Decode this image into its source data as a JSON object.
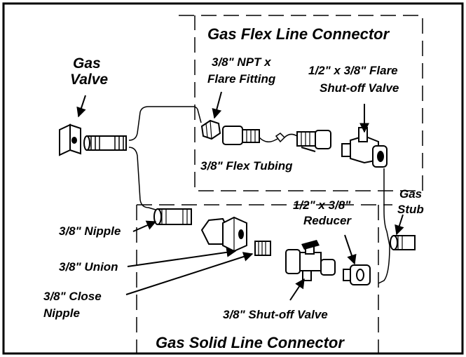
{
  "title_flex": "Gas Flex Line Connector",
  "title_solid": "Gas Solid Line Connector",
  "labels": {
    "gas_valve_line1": "Gas",
    "gas_valve_line2": "Valve",
    "npt_fitting_line1": "3/8\" NPT  x",
    "npt_fitting_line2": "Flare Fitting",
    "flare_valve_line1": "1/2\" x 3/8\" Flare",
    "flare_valve_line2": "Shut-off Valve",
    "flex_tubing": "3/8\" Flex Tubing",
    "gas_stub_line1": "Gas",
    "gas_stub_line2": "Stub",
    "nipple": "3/8\" Nipple",
    "reducer_line1": "1/2\" x 3/8\"",
    "reducer_line2": "Reducer",
    "union": "3/8\" Union",
    "close_nipple_line1": "3/8\" Close",
    "close_nipple_line2": "Nipple",
    "shutoff_valve": "3/8\" Shut-off Valve"
  }
}
